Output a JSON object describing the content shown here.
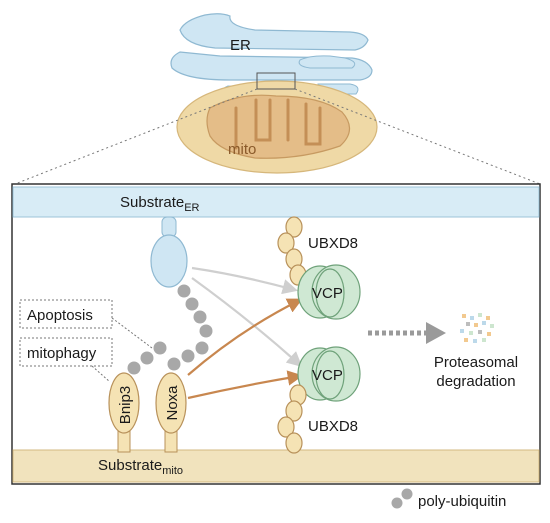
{
  "labels": {
    "er": "ER",
    "mito": "mito",
    "substrate_er_main": "Substrate",
    "substrate_er_sub": "ER",
    "substrate_mito_main": "Substrate",
    "substrate_mito_sub": "mito",
    "ubxd8_top": "UBXD8",
    "ubxd8_bottom": "UBXD8",
    "vcp_top": "VCP",
    "vcp_bottom": "VCP",
    "apoptosis": "Apoptosis",
    "mitophagy": "mitophagy",
    "bnip3": "Bnip3",
    "noxa": "Noxa",
    "proteasomal_line1": "Proteasomal",
    "proteasomal_line2": "degradation",
    "poly_ubiquitin": "poly-ubiquitin"
  },
  "colors": {
    "er_fill": "#cfe6f3",
    "er_stroke": "#8fb9d2",
    "mito_fill": "#efd9a6",
    "mito_inner": "#d9aa72",
    "substrate_er_band": "#d8ecf6",
    "substrate_mito_band": "#f1e3bd",
    "vcp_fill": "#cfe8d3",
    "vcp_stroke": "#6fa27a",
    "ubxd8_fill": "#f5e3b4",
    "ubxd8_stroke": "#b8915a",
    "arrow_orange": "#c8874f",
    "arrow_gray": "#cfcfcf",
    "ubiquitin": "#a8a8a8"
  }
}
